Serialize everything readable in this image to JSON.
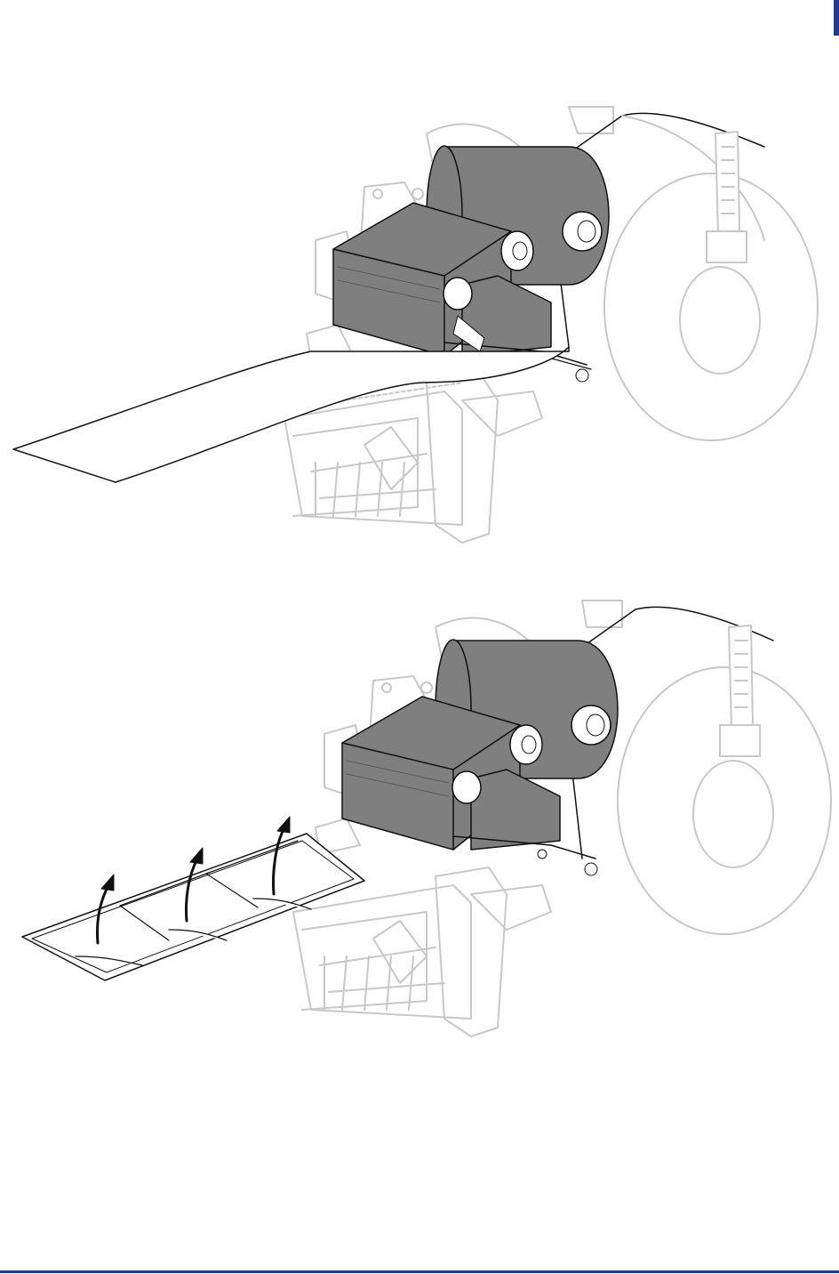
{
  "colors": {
    "page_tab": "#1f3a93",
    "footer_rule": "#1f3a93",
    "ribbon": "#7f7f7f",
    "outline_light": "#c8c8c8",
    "line_dark": "#111111"
  },
  "figures": [
    {
      "subject": "printer-media-path-illustration",
      "arrows": 0
    },
    {
      "subject": "printer-media-path-with-label-peel-illustration",
      "arrows": 3
    }
  ]
}
